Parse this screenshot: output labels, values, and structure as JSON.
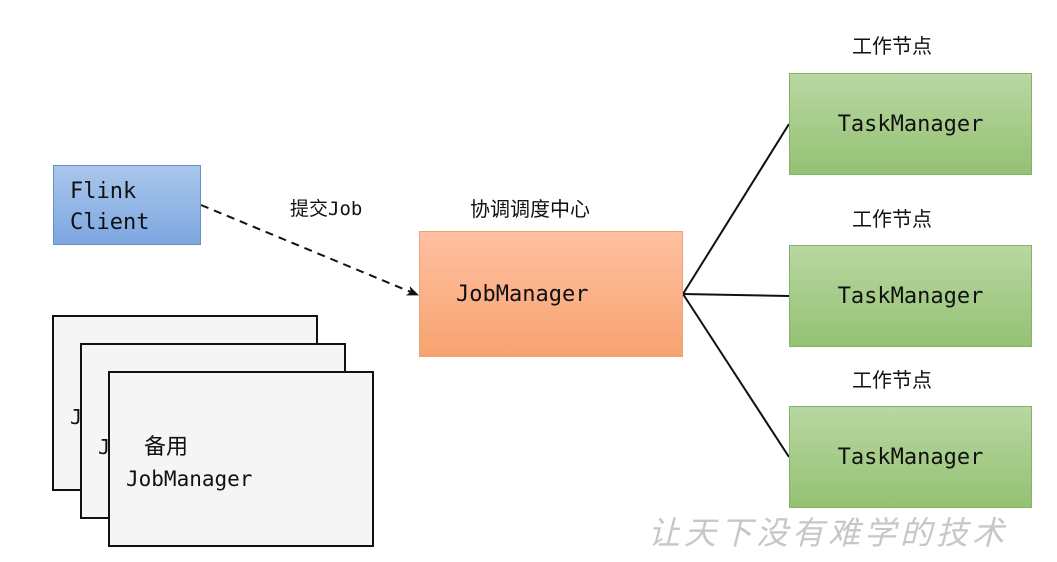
{
  "client": {
    "line1": "Flink",
    "line2": "Client"
  },
  "submit_edge_label": {
    "prefix": "提交",
    "suffix": "Job"
  },
  "job_manager": {
    "caption": "协调调度中心",
    "label": "JobManager"
  },
  "task_managers": [
    {
      "caption": "工作节点",
      "label": "TaskManager"
    },
    {
      "caption": "工作节点",
      "label": "TaskManager"
    },
    {
      "caption": "工作节点",
      "label": "TaskManager"
    }
  ],
  "standby": {
    "peek_1": "J",
    "peek_2": "J",
    "title": "备用",
    "label": "JobManager"
  },
  "watermark": "让天下没有难学的技术",
  "colors": {
    "client_fill": "#7ea6e0",
    "job_manager_fill": "#f7a36f",
    "task_manager_fill": "#94c173",
    "standby_fill": "#f5f5f5"
  }
}
